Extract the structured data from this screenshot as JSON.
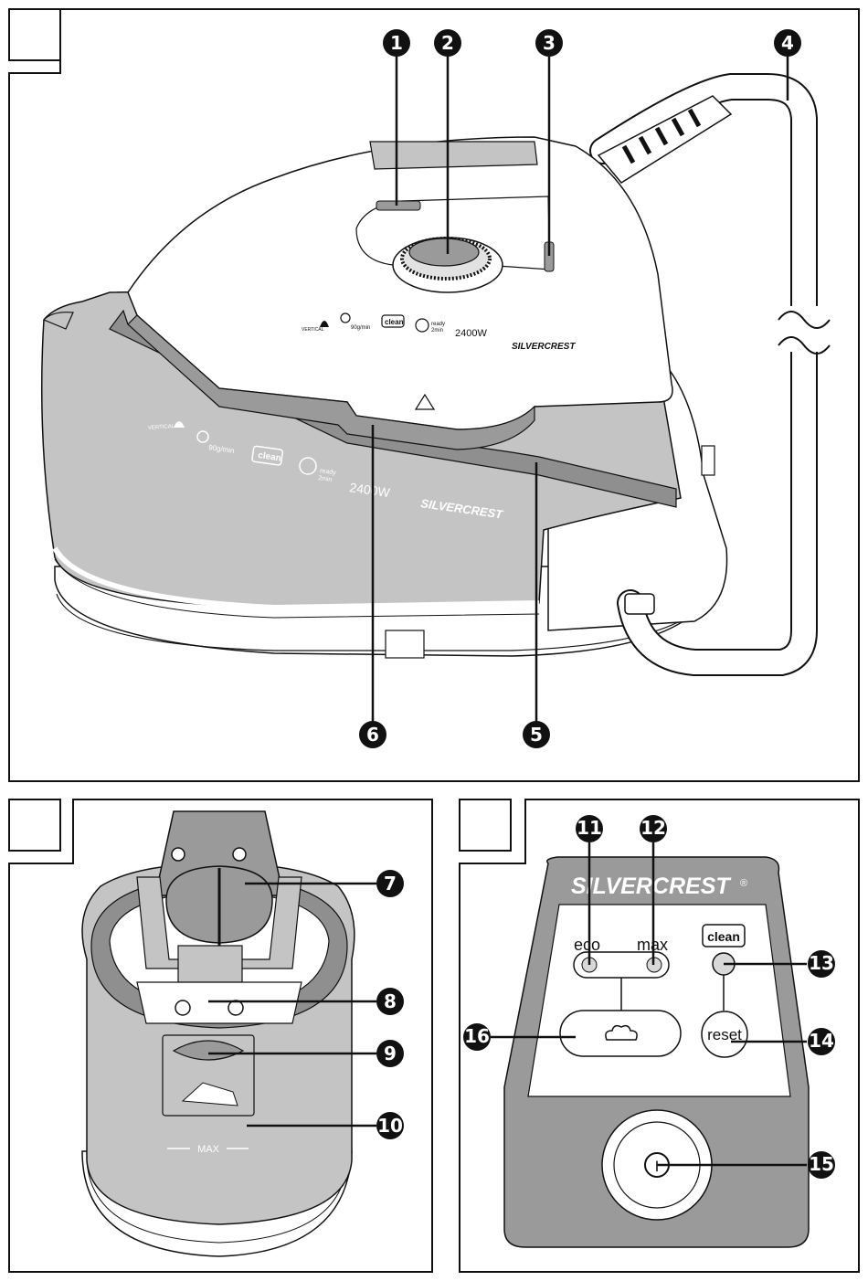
{
  "figure1": {
    "callouts": [
      "1",
      "2",
      "3",
      "4",
      "5",
      "6"
    ],
    "iron_labels": {
      "vertical": "VERTICAL",
      "steam_rate": "90g/min",
      "clean": "clean",
      "ready_line1": "ready",
      "ready_line2": "2min",
      "power": "2400W",
      "brand": "SILVERCREST"
    },
    "base_labels": {
      "vertical": "VERTICAL",
      "steam_rate": "90g/min",
      "clean": "clean",
      "ready_line1": "ready",
      "ready_line2": "2min",
      "power": "2400W",
      "brand": "SILVERCREST",
      "registered": "®"
    }
  },
  "figure2": {
    "callouts": [
      "7",
      "8",
      "9",
      "10"
    ],
    "max_label": "MAX"
  },
  "figure3": {
    "callouts": [
      "11",
      "12",
      "13",
      "14",
      "15",
      "16"
    ],
    "brand": "SILVERCREST",
    "registered": "®",
    "eco_label": "eco",
    "max_label": "max",
    "clean_label": "clean",
    "reset_label": "reset",
    "power_symbol": "I"
  },
  "colors": {
    "panel_gray": "#9a9a9a",
    "tank_gray": "#c4c4c4",
    "light_gray": "#e2e2e2",
    "callout_black": "#111111"
  }
}
